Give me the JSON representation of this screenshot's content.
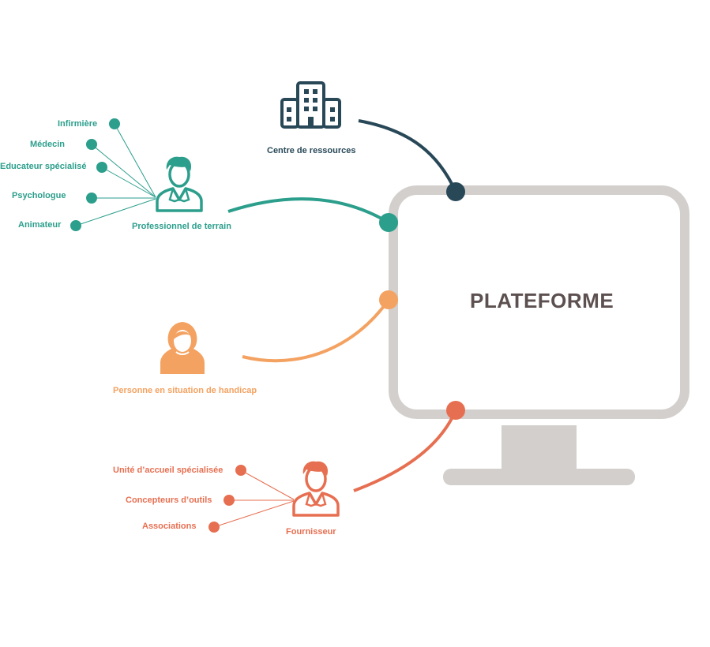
{
  "colors": {
    "teal": "#2b9e8c",
    "navy": "#284858",
    "orange": "#f4a261",
    "red": "#e76f51",
    "monitor": "#d3cfcd",
    "title_text": "#5c5050"
  },
  "center": {
    "title": "PLATEFORME",
    "icon": "monitor-icon"
  },
  "nodes": {
    "ressources": {
      "label": "Centre de ressources",
      "icon": "building-icon"
    },
    "professionnel": {
      "label": "Professionnel de terrain",
      "icon": "professional-person-icon",
      "children": [
        "Infirmière",
        "Médecin",
        "Educateur spécialisé",
        "Psychologue",
        "Animateur"
      ]
    },
    "personne": {
      "label": "Personne en situation de handicap",
      "icon": "person-icon"
    },
    "fournisseur": {
      "label": "Fournisseur",
      "icon": "professional-person-icon",
      "children": [
        "Unité d’accueil spécialisée",
        "Concepteurs d’outils",
        "Associations"
      ]
    }
  }
}
